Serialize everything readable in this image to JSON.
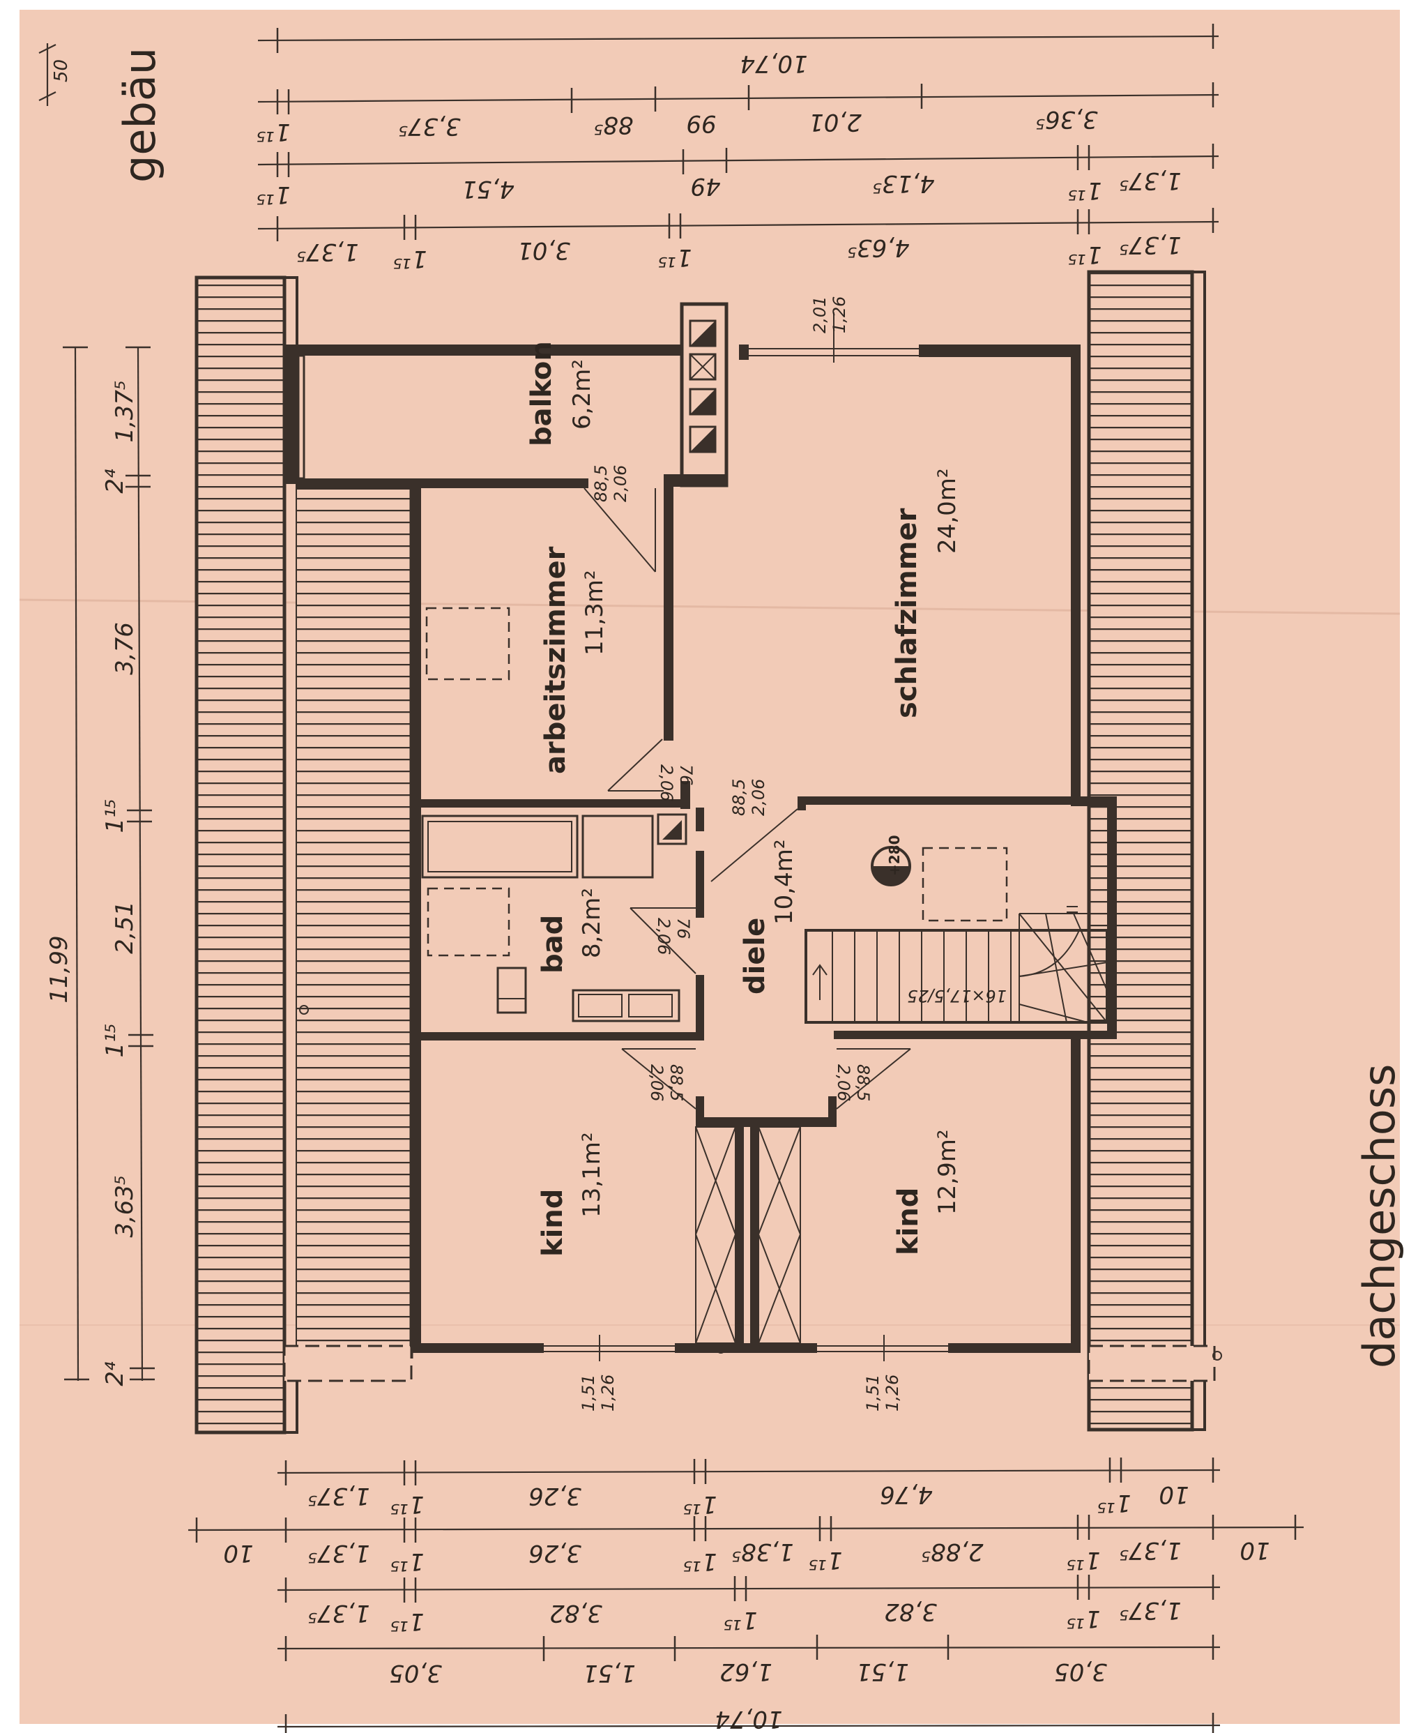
{
  "labels": {
    "floor": "dachgeschoss",
    "top_cut": "gebäu",
    "scale": "50"
  },
  "rooms": {
    "balkon": {
      "name": "balkon",
      "area": "6,2m²"
    },
    "arbeitszimmer": {
      "name": "arbeitszimmer",
      "area": "11,3m²"
    },
    "schlafzimmer": {
      "name": "schlafzimmer",
      "area": "24,0m²"
    },
    "bad": {
      "name": "bad",
      "area": "8,2m²"
    },
    "diele": {
      "name": "diele",
      "area": "10,4m²"
    },
    "kind_left": {
      "name": "kind",
      "area": "13,1m²"
    },
    "kind_right": {
      "name": "kind",
      "area": "12,9m²"
    }
  },
  "annotations": {
    "stair": "16×17,5/25",
    "level_marker": "+280",
    "window_top": [
      "2,01",
      "1,26"
    ],
    "window_bottom_left": [
      "1,51",
      "1,26"
    ],
    "window_bottom_right": [
      "1,51",
      "1,26"
    ],
    "door_balkon": [
      "88,5",
      "2,06"
    ],
    "door_arbeit": [
      "76",
      "2,06"
    ],
    "door_diele": [
      "88,5",
      "2,06"
    ],
    "door_bad": [
      "76",
      "2,06"
    ],
    "door_kind_left": [
      "88,5",
      "2,06"
    ],
    "door_kind_right": [
      "88,5",
      "2,06"
    ]
  },
  "dims": {
    "top_row1": [
      "10,74"
    ],
    "top_row2": [
      "1¹⁵",
      "3,37⁵",
      "88⁵",
      "99",
      "2,01",
      "3,36⁵"
    ],
    "top_row3": [
      "1¹⁵",
      "4,51",
      "49",
      "4,13⁵",
      "1¹⁵",
      "1,37⁵"
    ],
    "top_row4": [
      "1,37⁵",
      "1¹⁵",
      "3,01",
      "1¹⁵",
      "4,63⁵",
      "1¹⁵",
      "1,37⁵"
    ],
    "left_total": "11,99",
    "left_parts": [
      "1,37⁵",
      "2⁴",
      "3,76",
      "1¹⁵",
      "2,51",
      "1¹⁵",
      "3,63⁵",
      "2⁴"
    ],
    "bot_row1": [
      "1,37⁵",
      "1¹⁵",
      "3,26",
      "1¹⁵",
      "4,76",
      "1¹⁵",
      "10"
    ],
    "bot_row2": [
      "10",
      "1,37⁵",
      "1¹⁵",
      "3,26",
      "1¹⁵",
      "1,38⁵",
      "1¹⁵",
      "2,88⁵",
      "1¹⁵",
      "1,37⁵",
      "10"
    ],
    "bot_row3": [
      "1,37⁵",
      "1¹⁵",
      "3,82",
      "1¹⁵",
      "3,82",
      "1¹⁵",
      "1,37⁵"
    ],
    "bot_row4": [
      "3,05",
      "1,51",
      "1,62",
      "1,51",
      "3,05"
    ],
    "bot_row5": [
      "10,74"
    ]
  },
  "colors": {
    "paper": "#f2cbb7",
    "ink": "#3a302a"
  }
}
